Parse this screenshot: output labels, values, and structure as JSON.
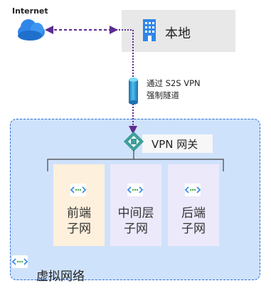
{
  "internet": {
    "label": "Internet"
  },
  "onprem": {
    "label": "本地"
  },
  "tunnel": {
    "line1": "通过 S2S VPN",
    "line2": "强制隧道"
  },
  "gateway": {
    "label": "VPN 网关"
  },
  "subnets": [
    {
      "line1": "前端",
      "line2": "子网",
      "fill": "#fdf0dc"
    },
    {
      "line1": "中间层",
      "line2": "子网",
      "fill": "#ece9fb"
    },
    {
      "line1": "后端",
      "line2": "子网",
      "fill": "#ece9fb"
    }
  ],
  "vnet": {
    "label": "虚拟网络"
  },
  "colors": {
    "arrow": "#5b2c91",
    "vnet_fill": "#cfe2fb",
    "vnet_border": "#2f6fd6",
    "cloud": "#2f86e8",
    "building": "#2f86e8",
    "gateway_icon": "#3f9e9a"
  }
}
